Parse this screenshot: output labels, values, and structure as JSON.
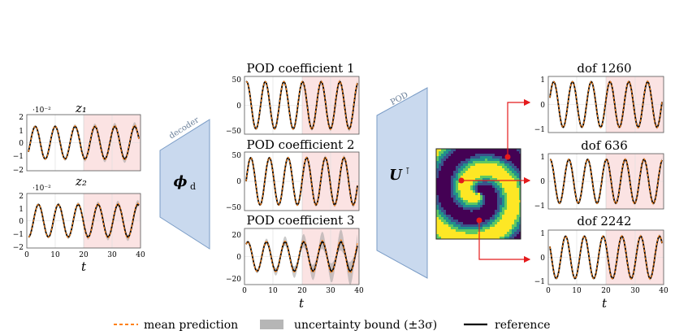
{
  "latent": {
    "panels": [
      {
        "title": "z₁",
        "scale": "·10⁻²",
        "yticks": [
          "2",
          "1",
          "0",
          "−1",
          "−2"
        ],
        "xticks": [
          "0",
          "10",
          "20",
          "30",
          "40"
        ]
      },
      {
        "title": "z₂",
        "scale": "·10⁻²",
        "yticks": [
          "2",
          "1",
          "0",
          "−1",
          "−2"
        ],
        "xticks": [
          "0",
          "10",
          "20",
          "30",
          "40"
        ]
      }
    ],
    "xlabel": "t"
  },
  "decoder": {
    "label": "decoder",
    "symbol": "ϕ",
    "subscript": "d"
  },
  "pod_panels": [
    {
      "title": "POD coefficient 1",
      "yticks": [
        "50",
        "0",
        "−50"
      ]
    },
    {
      "title": "POD coefficient 2",
      "yticks": [
        "50",
        "0",
        "−50"
      ]
    },
    {
      "title": "POD coefficient 3",
      "yticks": [
        "20",
        "0",
        "−20"
      ]
    }
  ],
  "pod_xticks": [
    "0",
    "10",
    "20",
    "30",
    "40"
  ],
  "pod_xlabel": "t",
  "projection": {
    "label": "POD",
    "symbol": "U",
    "superscript": "⊺"
  },
  "dof_panels": [
    {
      "title": "dof 1260",
      "yticks": [
        "1",
        "0",
        "−1"
      ]
    },
    {
      "title": "dof 636",
      "yticks": [
        "1",
        "0",
        "−1"
      ]
    },
    {
      "title": "dof 2242",
      "yticks": [
        "1",
        "0",
        "−1"
      ]
    }
  ],
  "dof_xticks": [
    "0",
    "10",
    "20",
    "30",
    "40"
  ],
  "dof_xlabel": "t",
  "legend": {
    "mean": "mean prediction",
    "uncertainty": "uncertainty bound (±3σ)",
    "reference": "reference"
  },
  "colors": {
    "mean": "#ff7f0e",
    "reference": "#000000",
    "band": "#9e9e9e",
    "extrapolation_shade": "#fbe3e3",
    "trapezoid_fill": "#c9d9ee",
    "trapezoid_stroke": "#7a9cc6",
    "arrow": "#e41a1c"
  }
}
